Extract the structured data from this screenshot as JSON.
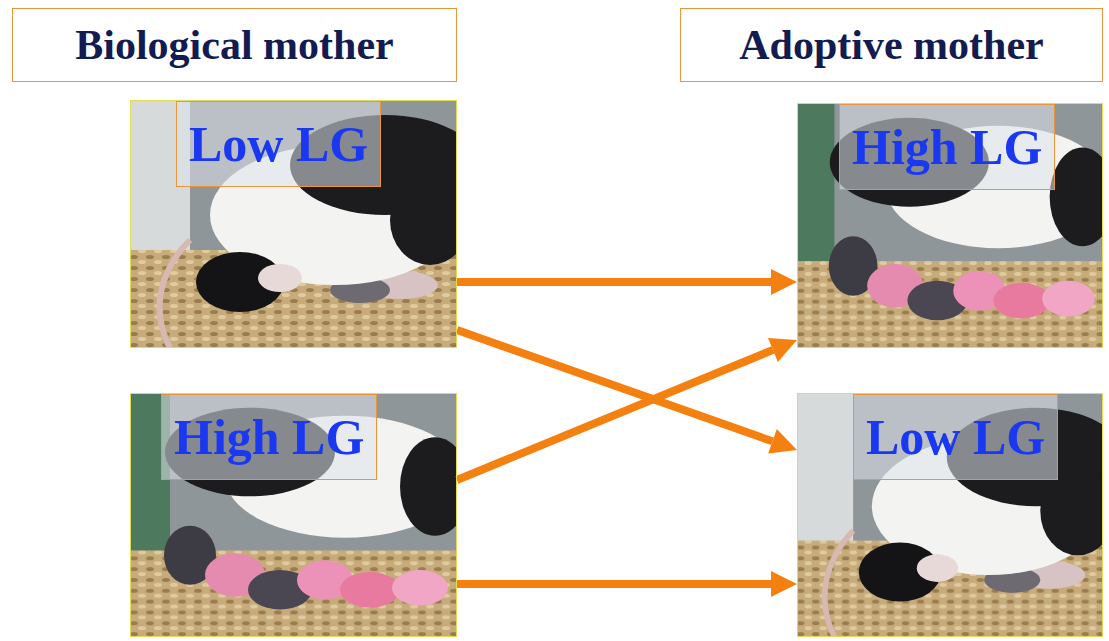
{
  "diagram": {
    "nodes": [
      {
        "text": [
          "Biological mother"
        ]
      },
      {
        "text": [
          "Adoptive mother"
        ]
      },
      {
        "text": [
          "Low LG"
        ]
      },
      {
        "text": [
          "High LG"
        ]
      },
      {
        "text": [
          "High LG"
        ]
      },
      {
        "text": [
          "Low LG"
        ]
      }
    ],
    "edges": [
      {
        "from": 2,
        "to": 3,
        "arrow": "to"
      },
      {
        "from": 2,
        "to": 5,
        "arrow": "to"
      },
      {
        "from": 4,
        "to": 3,
        "arrow": "to"
      },
      {
        "from": 4,
        "to": 5,
        "arrow": "to"
      }
    ]
  }
}
